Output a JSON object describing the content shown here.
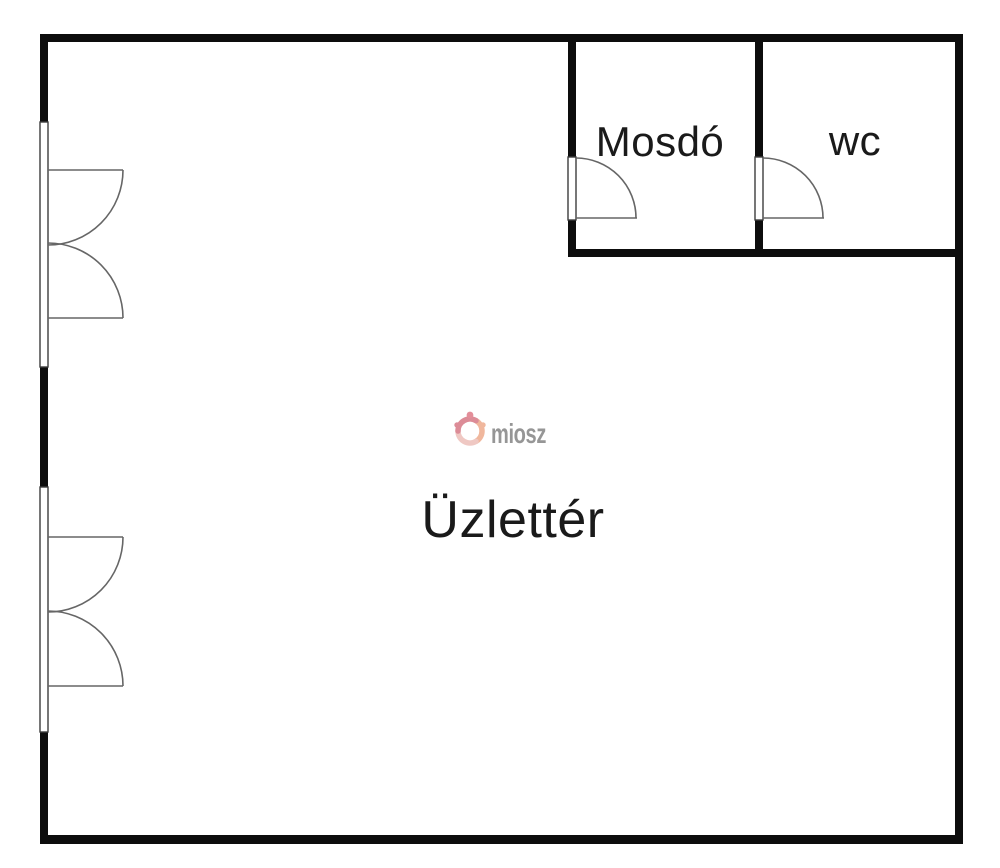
{
  "plan": {
    "rooms": [
      {
        "id": "uzletter",
        "label": "Üzlettér"
      },
      {
        "id": "mosdo",
        "label": "Mosdó"
      },
      {
        "id": "wc",
        "label": "wc"
      }
    ],
    "colors": {
      "wall": "#0d0d0d",
      "opening_stroke": "#3d3d3d",
      "line": "#666666",
      "text": "#1a1a1a",
      "background": "#ffffff"
    }
  },
  "watermark": {
    "text": "miosz",
    "text_color": "#8b8b8b",
    "logo_colors": {
      "rose": "#d9808c",
      "salmon": "#efb093",
      "light_pink": "#eec3bd",
      "pink": "#e0828e"
    }
  }
}
